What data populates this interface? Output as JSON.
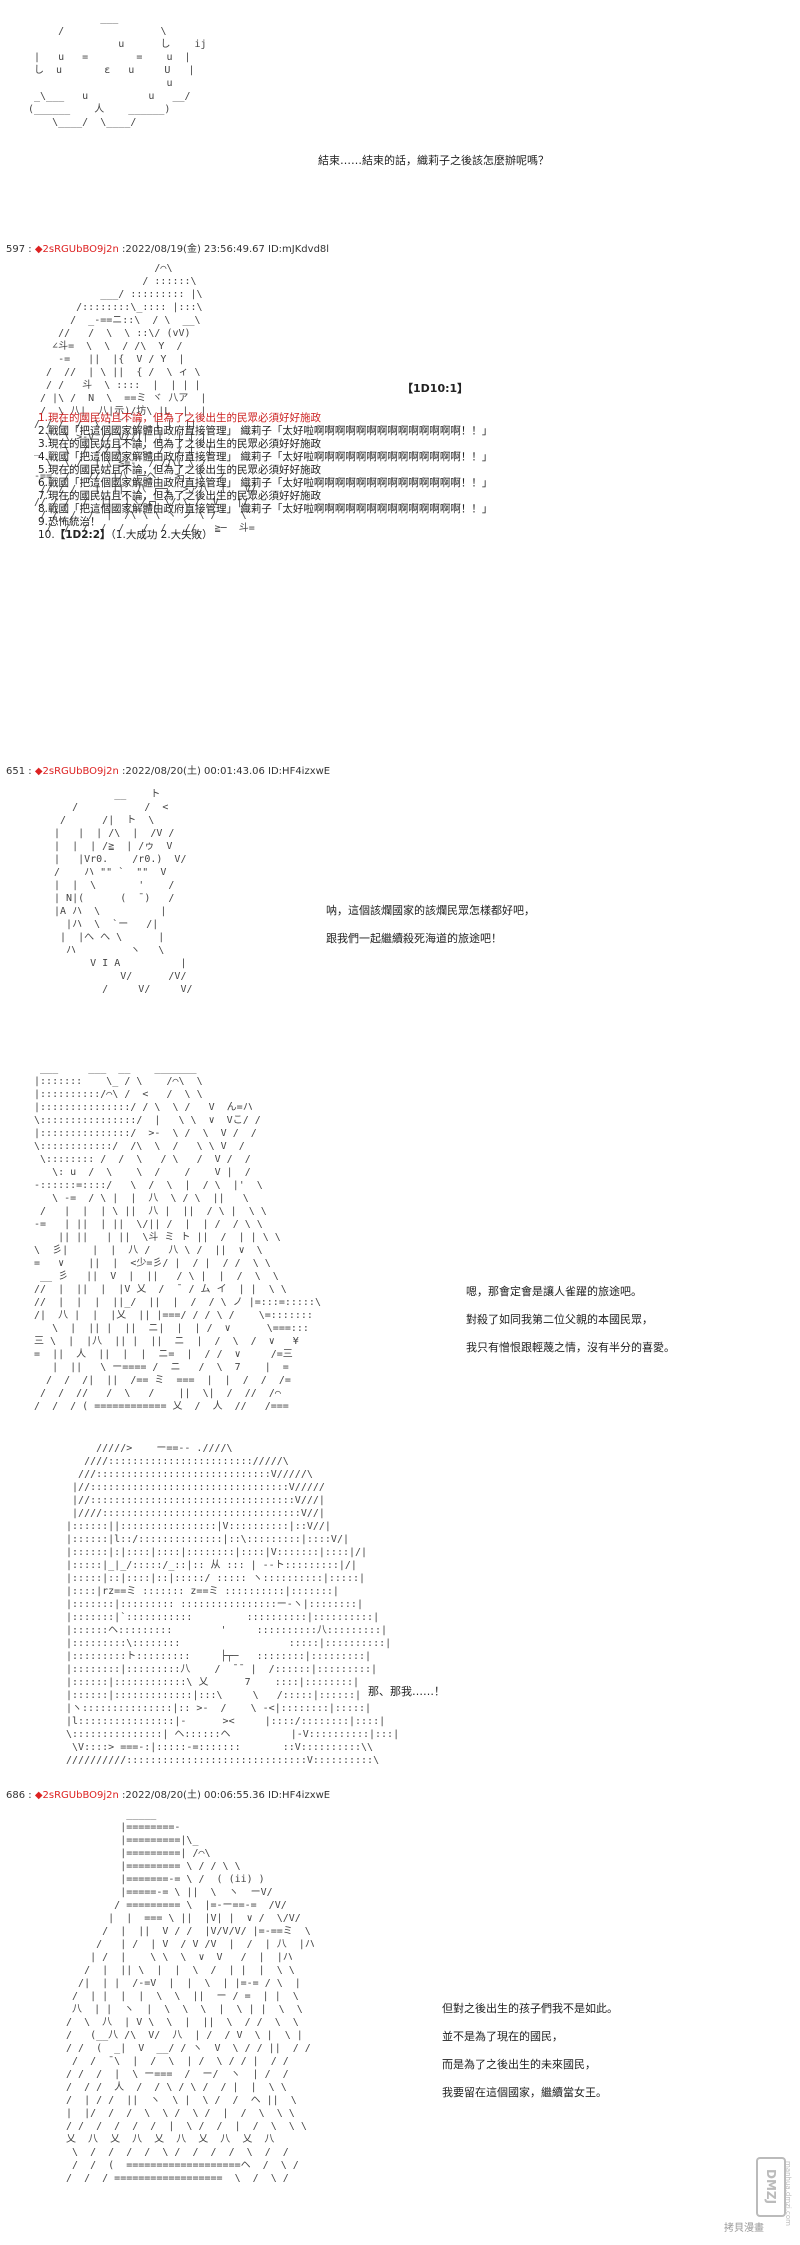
{
  "intro": {
    "line1": "結束……結束的話，織莉子之後該怎麼辦呢嗎？"
  },
  "post597": {
    "number": "597",
    "trip": "◆2sRGUbBO9j2n",
    "meta": "2022/08/19(金) 23:56:49.67 ID:mJKdvd8l",
    "tag": "【1D10:1】",
    "options": [
      "1.現在的國民姑且不論，但為了之後出生的民眾必須好好施政",
      "2.戰國「把這個國家解體由政府直接管理」 織莉子「太好啦啊啊啊啊啊啊啊啊啊啊啊啊啊啊！！」",
      "3.現在的國民姑且不論，但為了之後出生的民眾必須好好施政",
      "4.戰國「把這個國家解體由政府直接管理」 織莉子「太好啦啊啊啊啊啊啊啊啊啊啊啊啊啊啊！！」",
      "5.現在的國民姑且不論，但為了之後出生的民眾必須好好施政",
      "6.戰國「把這個國家解體由政府直接管理」 織莉子「太好啦啊啊啊啊啊啊啊啊啊啊啊啊啊啊！！」",
      "7.現在的國民姑且不論，但為了之後出生的民眾必須好好施政",
      "8.戰國「把這個國家解體由政府直接管理」 織莉子「太好啦啊啊啊啊啊啊啊啊啊啊啊啊啊啊！！」",
      "9.恐怖統治！"
    ],
    "option10_prefix": "10.",
    "option10_tag": "【1D2:2】",
    "option10_suffix": "（1.大成功 2.大失敗）"
  },
  "post651": {
    "number": "651",
    "trip": "◆2sRGUbBO9j2n",
    "meta": "2022/08/20(土) 00:01:43.06 ID:HF4izxwE",
    "dialog1": [
      "呐，這個該爛國家的該爛民眾怎樣都好吧，",
      "跟我們一起繼續殺死海道的旅途吧！"
    ],
    "dialog2": [
      "嗯，那會定會是讓人雀躍的旅途吧。",
      "對殺了如同我第二位父親的本國民眾，",
      "我只有憎恨跟輕蔑之情，沒有半分的喜愛。"
    ],
    "dialog3": "那、那我……！"
  },
  "post686": {
    "number": "686",
    "trip": "◆2sRGUbBO9j2n",
    "meta": "2022/08/20(土) 00:06:55.36 ID:HF4izxwE",
    "dialog": [
      "但對之後出生的孩子們我不是如此。",
      "並不是為了現在的國民，",
      "而是為了之後出生的未來國民，",
      "我要留在這個國家，繼續當女王。"
    ]
  },
  "watermark": {
    "logo": "DMZJ",
    "site": "manhua.dmzj.com",
    "cn": "拷貝漫畫"
  }
}
